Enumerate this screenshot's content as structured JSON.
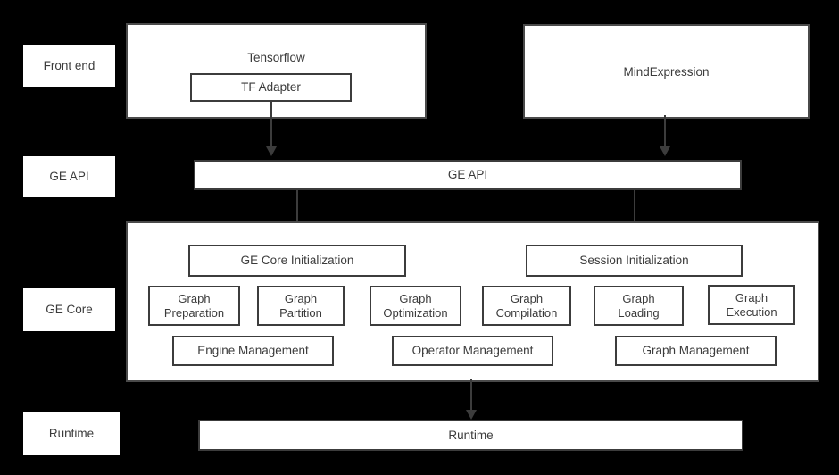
{
  "diagram": {
    "title": "GE (Graph Engine) architecture stack",
    "background_color": "#000000",
    "box_fill": "#ffffff",
    "border_color": "#3c3c3c",
    "text_color": "#3b3b3b"
  },
  "layer_labels": [
    {
      "id": "front-end",
      "label": "Front end"
    },
    {
      "id": "ge-api",
      "label": "GE API"
    },
    {
      "id": "ge-core",
      "label": "GE Core"
    },
    {
      "id": "runtime",
      "label": "Runtime"
    }
  ],
  "front_end": {
    "tensorflow": {
      "title": "Tensorflow",
      "child": "TF Adapter"
    },
    "mindexpression": {
      "title": "MindExpression"
    }
  },
  "ge_api_bar": {
    "label": "GE API"
  },
  "ge_core": {
    "init_boxes": [
      {
        "id": "ge-core-initialization",
        "label": "GE Core Initialization"
      },
      {
        "id": "session-initialization",
        "label": "Session Initialization"
      }
    ],
    "module_boxes": [
      {
        "id": "graph-preparation",
        "label": "Graph\nPreparation"
      },
      {
        "id": "graph-partition",
        "label": "Graph\nPartition"
      },
      {
        "id": "graph-optimization",
        "label": "Graph\nOptimization"
      },
      {
        "id": "graph-compilation",
        "label": "Graph\nCompilation"
      },
      {
        "id": "graph-loading",
        "label": "Graph\nLoading"
      },
      {
        "id": "graph-execution",
        "label": "Graph\nExecution"
      }
    ],
    "management_boxes": [
      {
        "id": "engine-management",
        "label": "Engine Management"
      },
      {
        "id": "operator-management",
        "label": "Operator Management"
      },
      {
        "id": "graph-management",
        "label": "Graph Management"
      }
    ]
  },
  "runtime_bar": {
    "label": "Runtime"
  },
  "connectors": [
    {
      "id": "tf-adapter-to-ge-api",
      "from": "TF Adapter",
      "to": "GE API"
    },
    {
      "id": "mindexpression-to-ge-api",
      "from": "MindExpression",
      "to": "GE API"
    },
    {
      "id": "ge-api-to-ge-core-init",
      "from": "GE API",
      "to": "GE Core Initialization"
    },
    {
      "id": "ge-api-to-session-init",
      "from": "GE API",
      "to": "Session Initialization"
    },
    {
      "id": "ge-core-to-runtime",
      "from": "GE Core",
      "to": "Runtime"
    }
  ]
}
